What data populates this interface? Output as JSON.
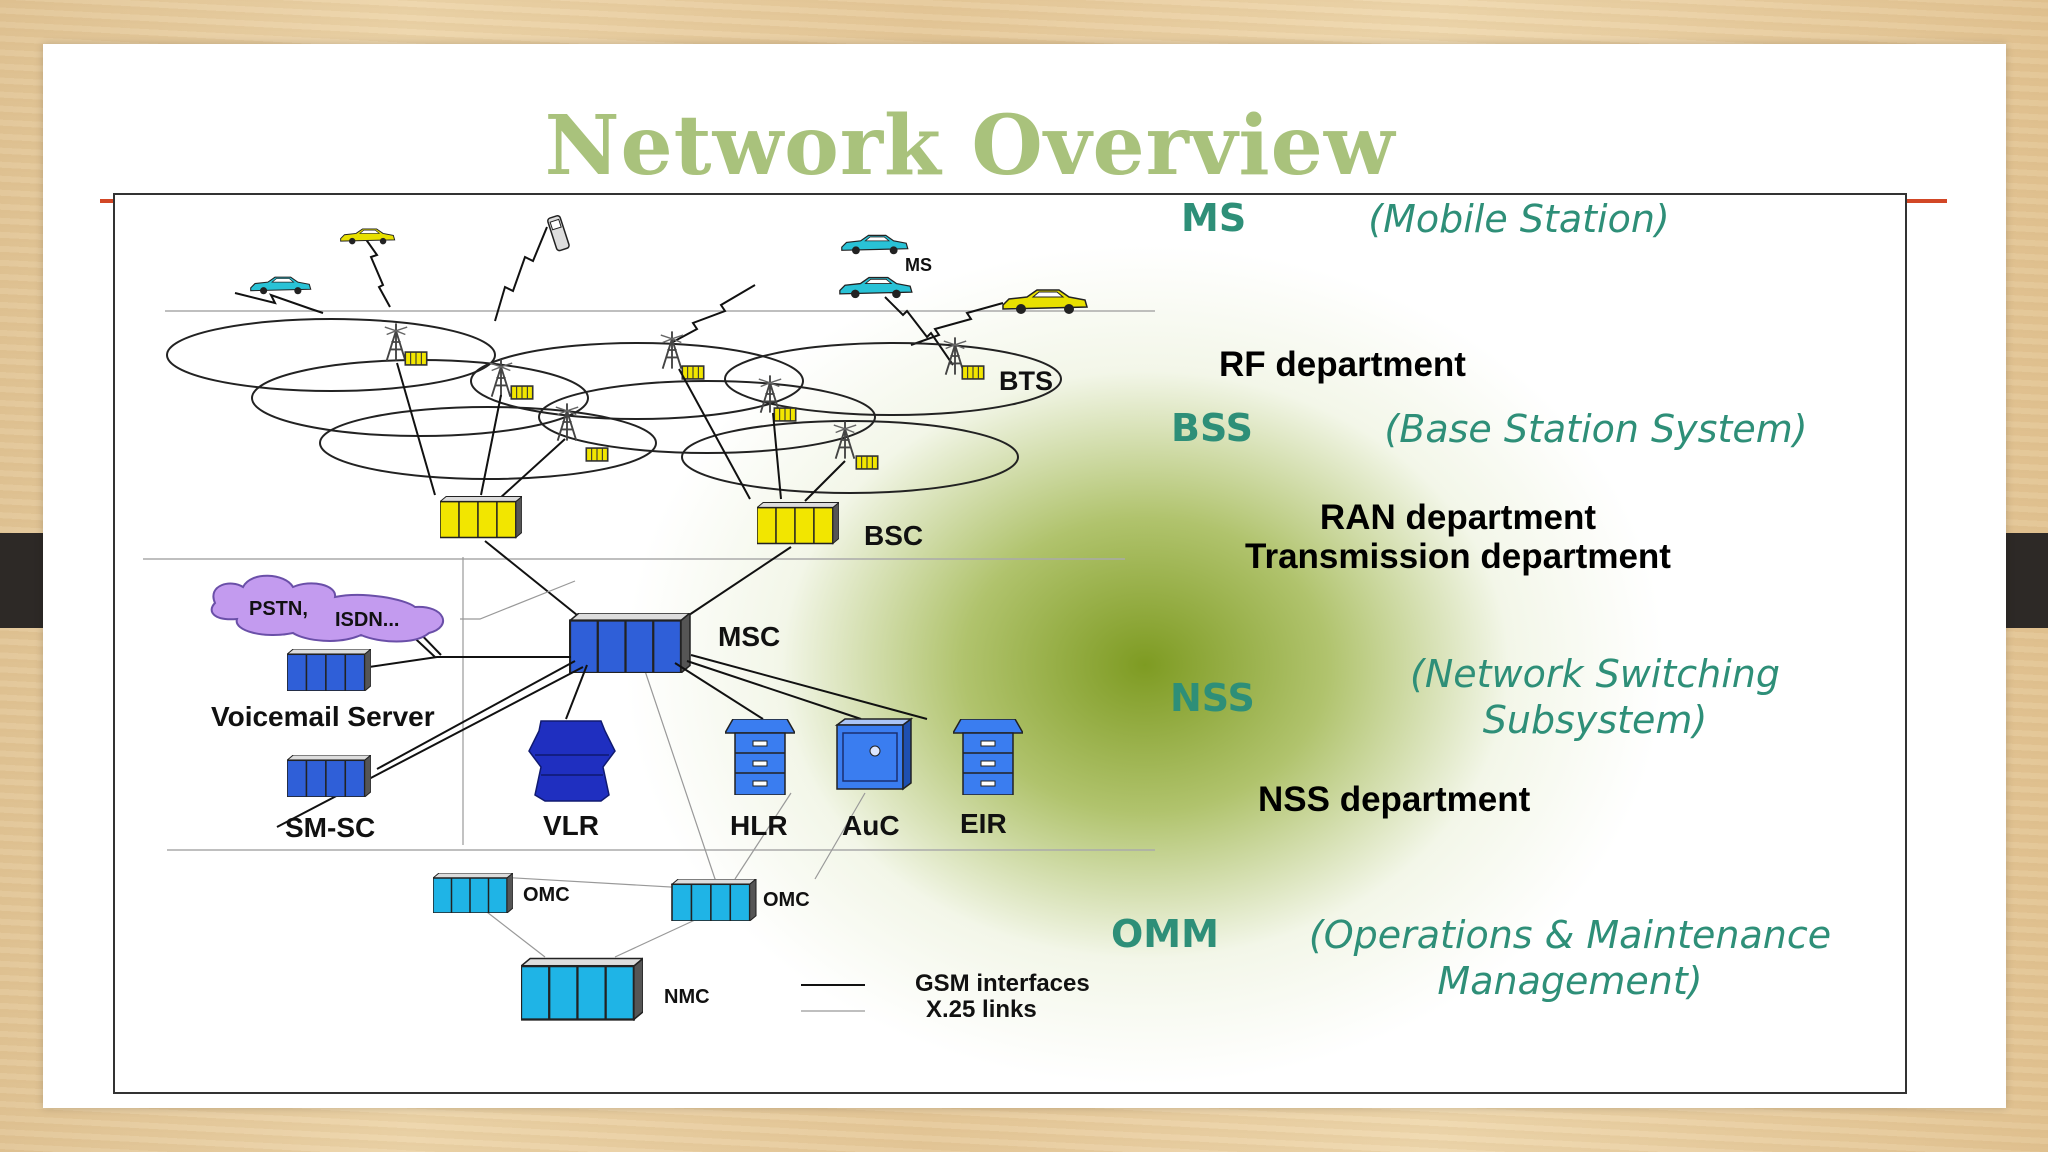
{
  "slide": {
    "title": "Network Overview",
    "accent_color": "#d24726",
    "title_color": "#a9c27c"
  },
  "diagram": {
    "labels": {
      "ms": "MS",
      "bts": "BTS",
      "bsc": "BSC",
      "msc": "MSC",
      "pstn": "PSTN,",
      "isdn": "ISDN...",
      "voicemail": "Voicemail Server",
      "smsc": "SM-SC",
      "vlr": "VLR",
      "hlr": "HLR",
      "auc": "AuC",
      "eir": "EIR",
      "omc1": "OMC",
      "omc2": "OMC",
      "nmc": "NMC"
    },
    "legend": {
      "gsm": "GSM interfaces",
      "x25": "X.25 links"
    },
    "colors": {
      "bts": "#f2e600",
      "core": "#2f5fd8",
      "omc": "#1fb4e6",
      "cloud": "#c39bef"
    }
  },
  "subsystems": [
    {
      "abbr": "MS",
      "full": "(Mobile Station)",
      "dept": "RF department"
    },
    {
      "abbr": "BSS",
      "full": "(Base Station System)",
      "dept_line1": "RAN department",
      "dept_line2": "Transmission department"
    },
    {
      "abbr": "NSS",
      "full_line1": "(Network Switching",
      "full_line2": "Subsystem)",
      "dept": "NSS department"
    },
    {
      "abbr": "OMM",
      "full_line1": "(Operations & Maintenance",
      "full_line2": "Management)"
    }
  ]
}
